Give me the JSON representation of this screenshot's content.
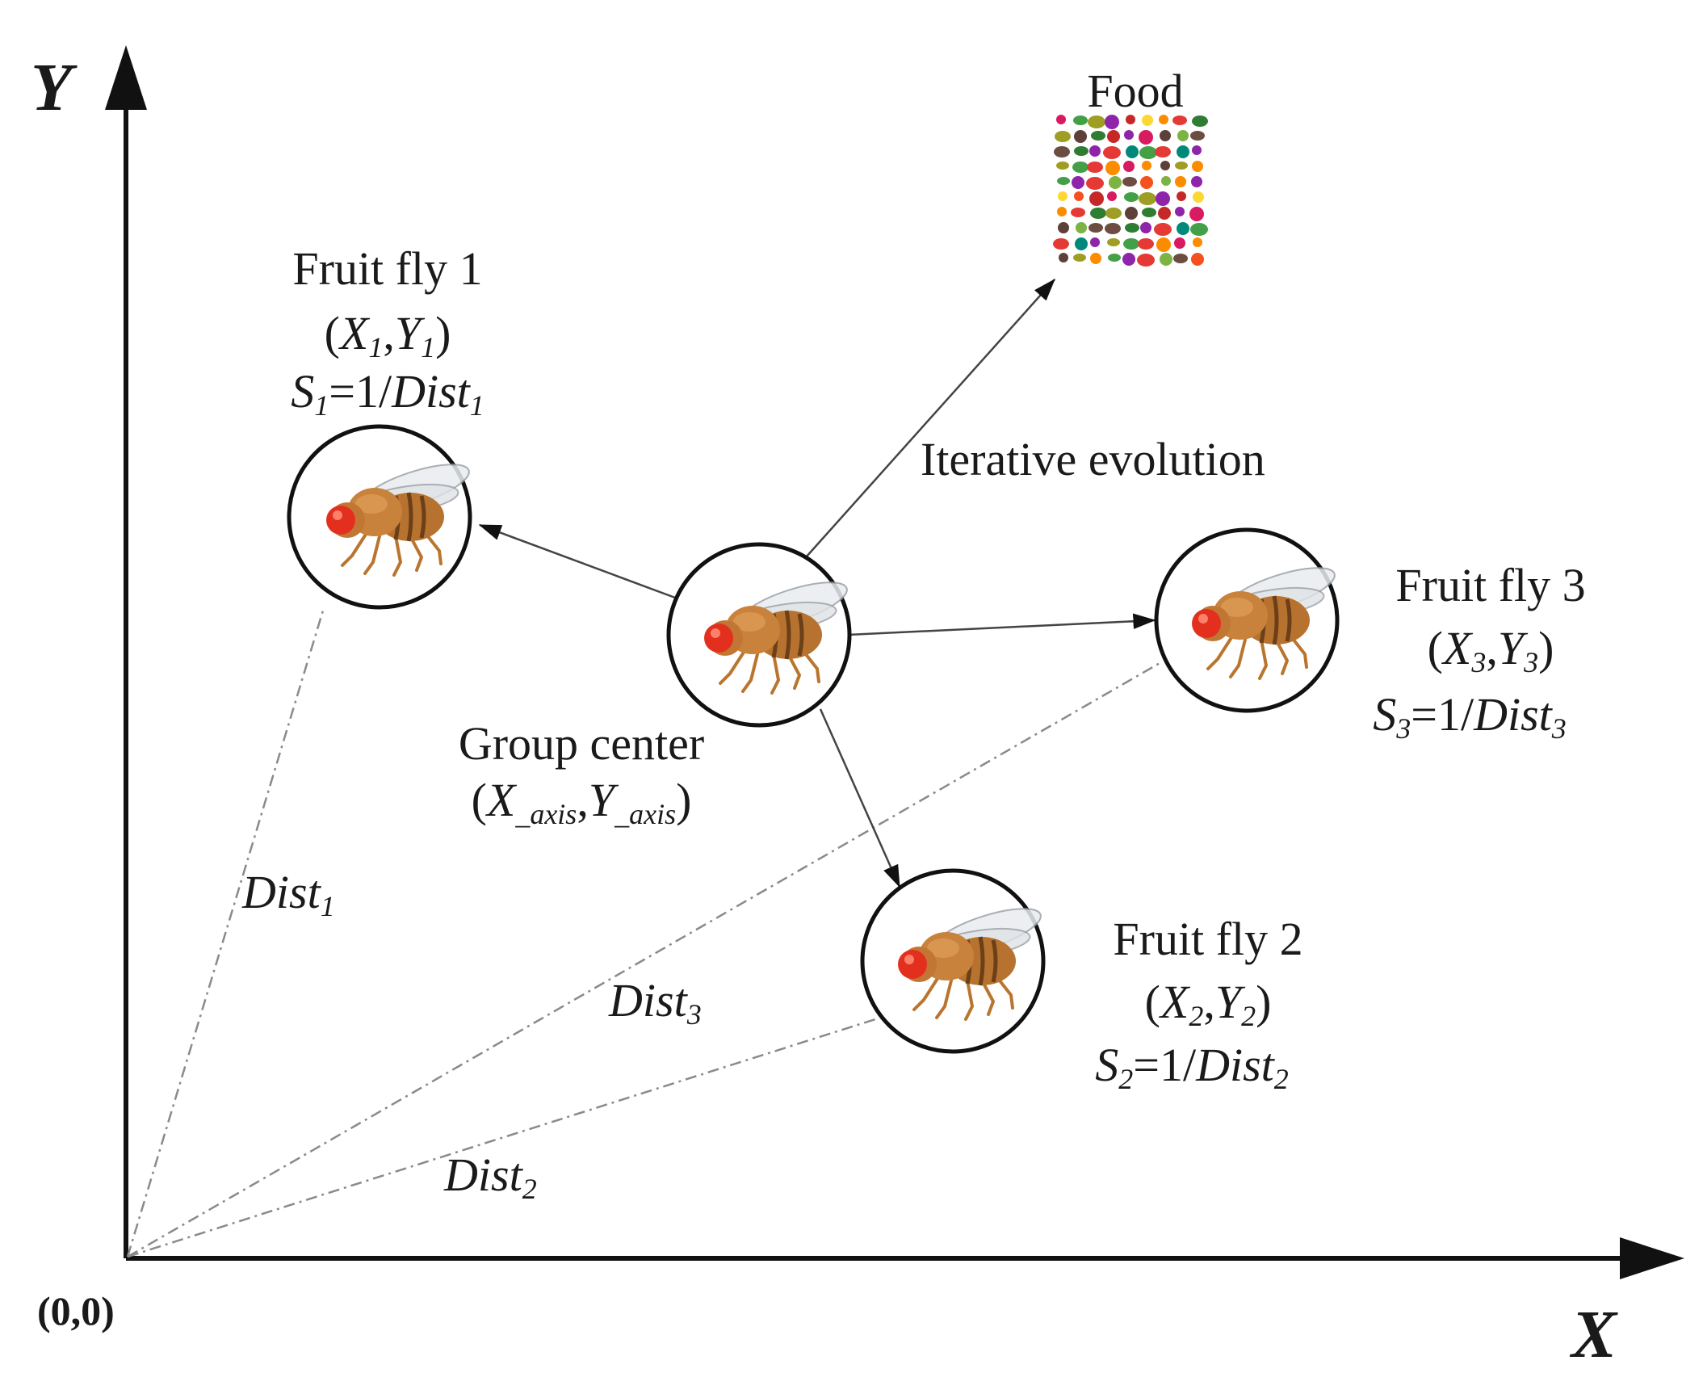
{
  "axes": {
    "x_label": "X",
    "y_label": "Y",
    "origin": "(0,0)"
  },
  "food": {
    "label": "Food"
  },
  "iteration": {
    "label": "Iterative evolution"
  },
  "group_center": {
    "label": "Group center",
    "coord_open": "(",
    "x_main": "X",
    "x_sub": "_axis",
    "comma": ",",
    "y_main": "Y",
    "y_sub": "_axis",
    "coord_close": ")"
  },
  "flies": [
    {
      "title": "Fruit fly 1",
      "x": "X",
      "y": "Y",
      "idx": "1",
      "s": "S",
      "eq": "=1/",
      "dist": "Dist"
    },
    {
      "title": "Fruit fly 2",
      "x": "X",
      "y": "Y",
      "idx": "2",
      "s": "S",
      "eq": "=1/",
      "dist": "Dist"
    },
    {
      "title": "Fruit fly 3",
      "x": "X",
      "y": "Y",
      "idx": "3",
      "s": "S",
      "eq": "=1/",
      "dist": "Dist"
    }
  ],
  "distances": [
    {
      "main": "Dist",
      "idx": "1"
    },
    {
      "main": "Dist",
      "idx": "2"
    },
    {
      "main": "Dist",
      "idx": "3"
    }
  ],
  "colors": {
    "ink": "#111111",
    "dash": "#8a8a8a",
    "fly_body": "#c8752a",
    "fly_eye": "#e3301e"
  }
}
